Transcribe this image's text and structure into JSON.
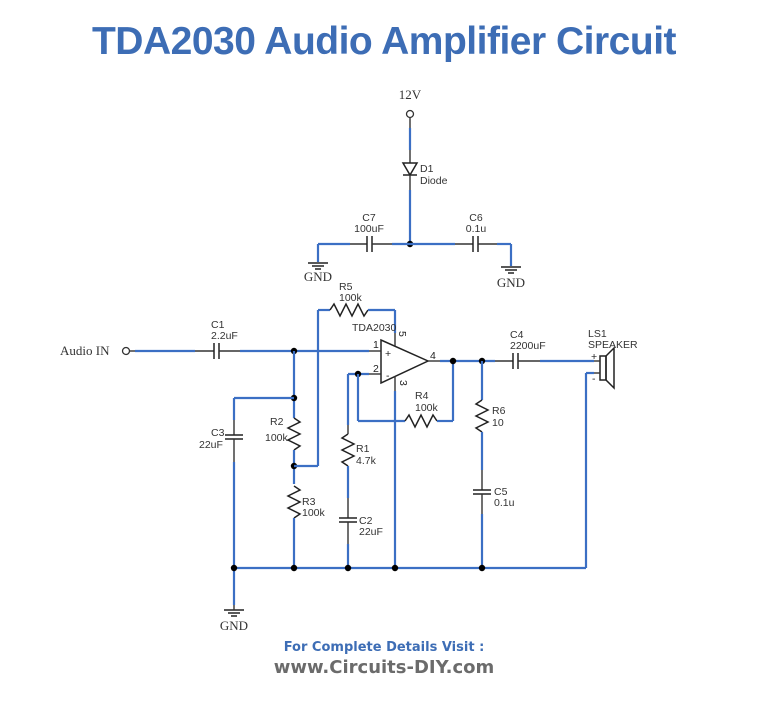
{
  "title": "TDA2030 Audio Amplifier Circuit",
  "footer": {
    "line1": "For Complete Details Visit :",
    "line2": "www.Circuits-DIY.com"
  },
  "colors": {
    "title": "#3d6db5",
    "wire": "#3b6fc4",
    "footer_url": "#6b6b6b"
  },
  "labels": {
    "supply": "12V",
    "audio_in": "Audio IN",
    "gnd": "GND"
  },
  "components": {
    "D1": {
      "ref": "D1",
      "value": "Diode"
    },
    "C7": {
      "ref": "C7",
      "value": "100uF"
    },
    "C6": {
      "ref": "C6",
      "value": "0.1u"
    },
    "R5": {
      "ref": "R5",
      "value": "100k"
    },
    "C1": {
      "ref": "C1",
      "value": "2.2uF"
    },
    "IC": {
      "ref": "TDA2030"
    },
    "C4": {
      "ref": "C4",
      "value": "2200uF"
    },
    "LS1": {
      "ref": "LS1",
      "value": "SPEAKER"
    },
    "R4": {
      "ref": "R4",
      "value": "100k"
    },
    "C3": {
      "ref": "C3",
      "value": "22uF"
    },
    "R2": {
      "ref": "R2",
      "value": "100k"
    },
    "R1": {
      "ref": "R1",
      "value": "4.7k"
    },
    "R6": {
      "ref": "R6",
      "value": "10"
    },
    "C5": {
      "ref": "C5",
      "value": "0.1u"
    },
    "R3": {
      "ref": "R3",
      "value": "100k"
    },
    "C2": {
      "ref": "C2",
      "value": "22uF"
    }
  },
  "ic_pins": {
    "p1": "1",
    "p2": "2",
    "p3": "3",
    "p4": "4",
    "p5": "5",
    "plus": "+",
    "minus": "-"
  },
  "speaker_pins": {
    "plus": "+",
    "minus": "-"
  }
}
